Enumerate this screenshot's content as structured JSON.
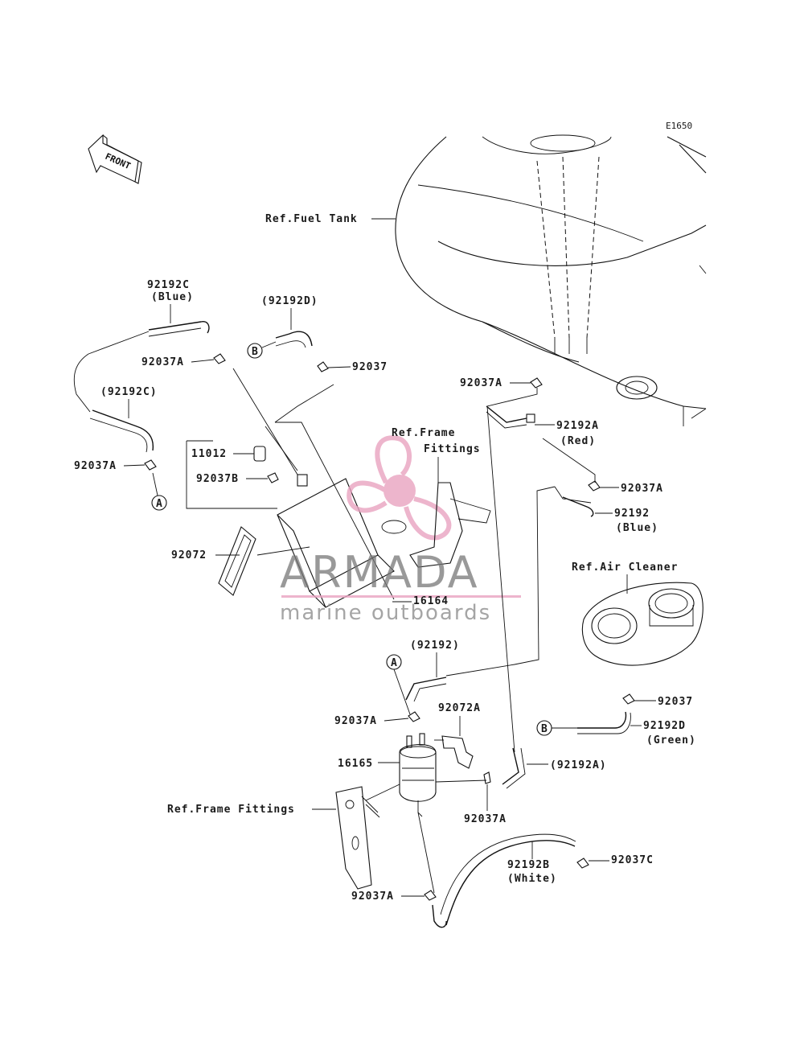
{
  "diagram_code": "E1650",
  "front_label": "FRONT",
  "references": {
    "fuel_tank": "Ref.Fuel Tank",
    "frame_fittings_top_1": "Ref.Frame",
    "frame_fittings_top_2": "Fittings",
    "frame_fittings_bottom": "Ref.Frame Fittings",
    "air_cleaner": "Ref.Air Cleaner"
  },
  "parts": {
    "p92192C": "92192C",
    "p92192C_color": "(Blue)",
    "p92192C_paren": "(92192C)",
    "p92192D_paren": "(92192D)",
    "p92037A_1": "92037A",
    "p92037A_2": "92037A",
    "p92037A_3": "92037A",
    "p92037A_4": "92037A",
    "p92037A_5": "92037A",
    "p92037A_6": "92037A",
    "p92037A_7": "92037A",
    "p92037_1": "92037",
    "p92037_2": "92037",
    "p92037B": "92037B",
    "p92037C": "92037C",
    "p11012": "11012",
    "p92072": "92072",
    "p92072A": "92072A",
    "p16164": "16164",
    "p16165": "16165",
    "p92192A": "92192A",
    "p92192A_color": "(Red)",
    "p92192A_paren": "(92192A)",
    "p92192": "92192",
    "p92192_color": "(Blue)",
    "p92192_paren": "(92192)",
    "p92192D": "92192D",
    "p92192D_color": "(Green)",
    "p92192B": "92192B",
    "p92192B_color": "(White)"
  },
  "connectors": {
    "A": "A",
    "B": "B"
  },
  "watermark": {
    "brand": "ARMADA",
    "tagline": "marine outboards"
  },
  "colors": {
    "ink": "#111111",
    "watermark_pink": "#e9a3c0",
    "watermark_gray": "#777777"
  }
}
